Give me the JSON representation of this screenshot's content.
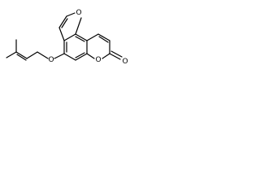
{
  "molecule": {
    "atoms": {
      "furan_oxygen": "O",
      "ether_oxygen": "O",
      "pyran_oxygen": "O",
      "carbonyl_oxygen": "O"
    }
  }
}
